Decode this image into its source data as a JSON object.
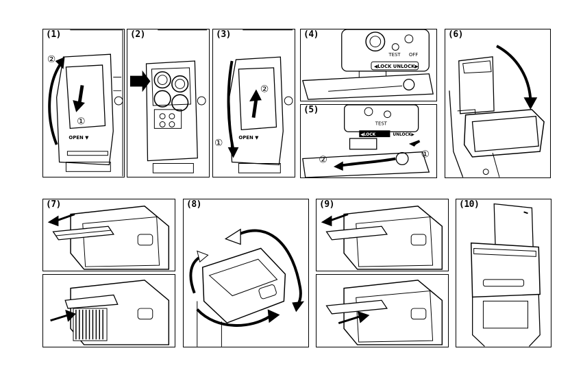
{
  "steps": {
    "s1": "(1)",
    "s2": "(2)",
    "s3": "(3)",
    "s4": "(4)",
    "s5": "(5)",
    "s6": "(6)",
    "s7": "(7)",
    "s8": "(8)",
    "s9": "(9)",
    "s10": "(10)"
  },
  "labels": {
    "open": "OPEN ▼",
    "circ1": "①",
    "circ2": "②",
    "lock": "◀LOCK",
    "unlock": "UNLOCK▶",
    "test": "TEST",
    "on_off": "OFF",
    "unlock_boxed": "◀LOCK UNLOCK▶"
  }
}
